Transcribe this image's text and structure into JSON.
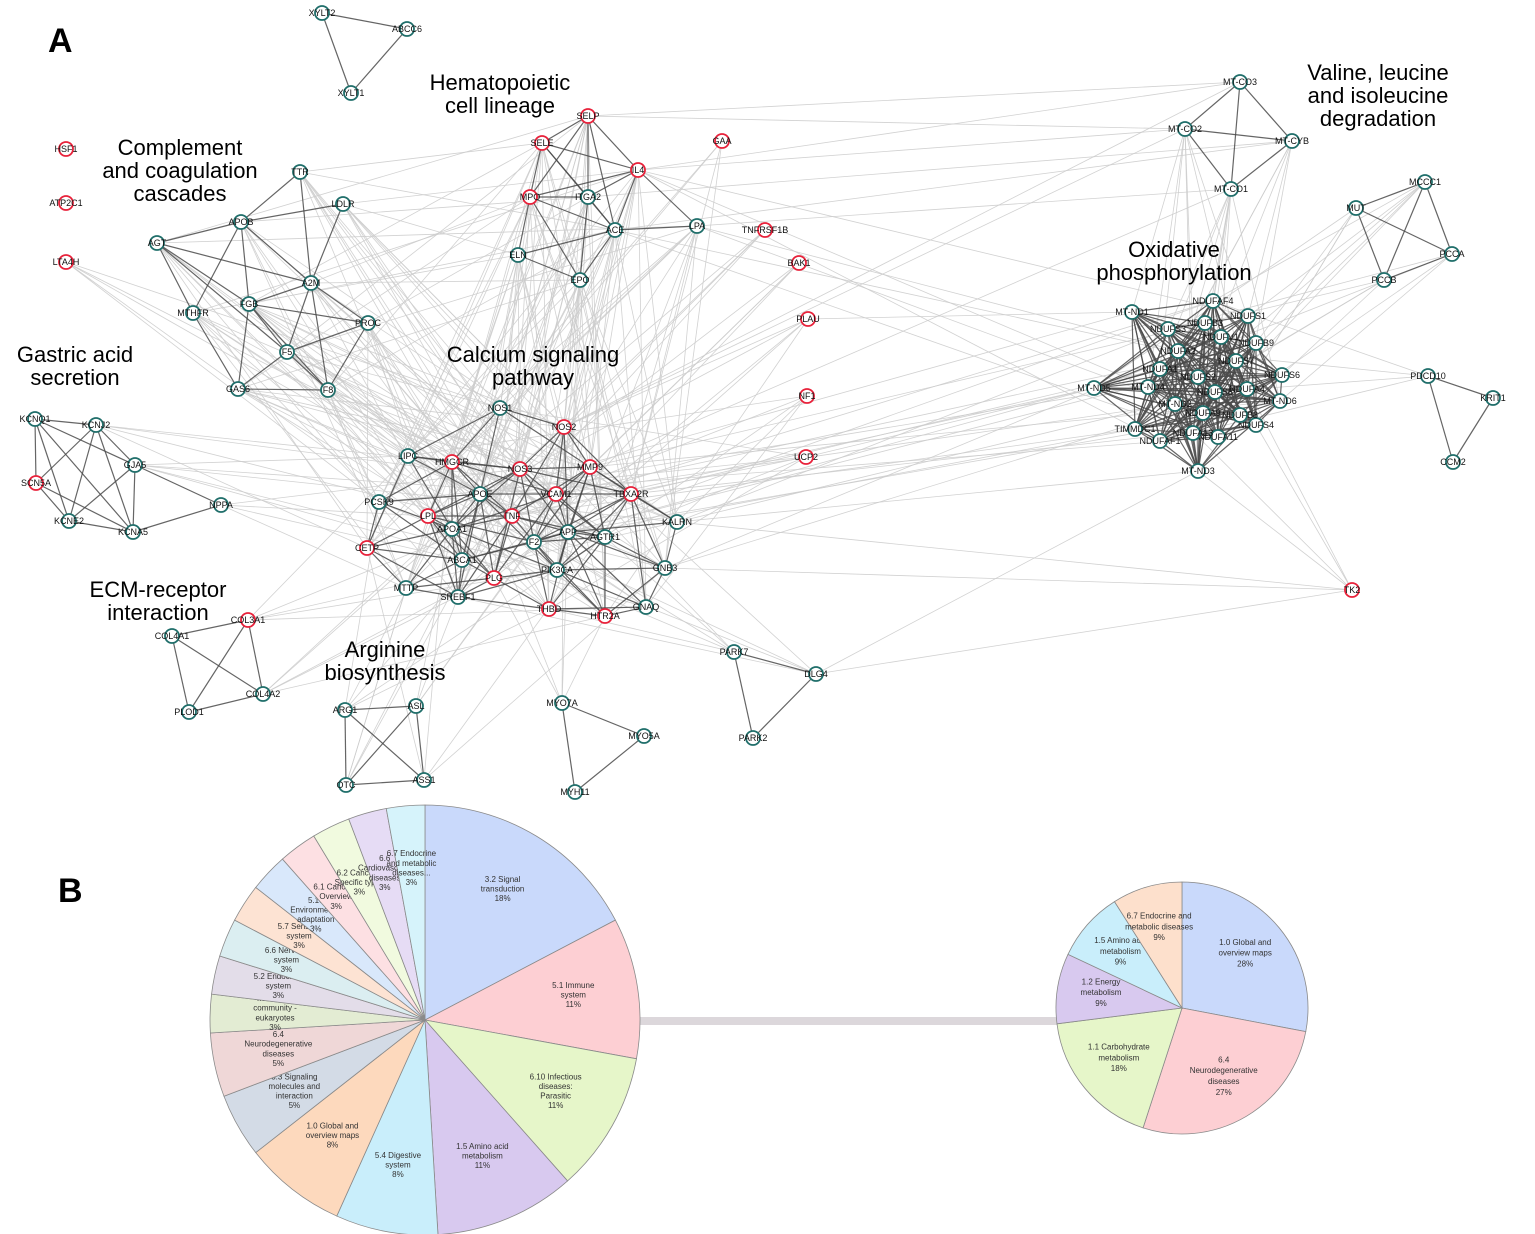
{
  "panels": {
    "a": "A",
    "b": "B"
  },
  "colors": {
    "gene_ring_red": "#e8213a",
    "gene_ring_teal": "#1f6e6a",
    "strong_edge": "#4a4a4a",
    "weak_edge": "#cccccc",
    "connector": "#dcd7db"
  },
  "network": {
    "cluster_labels": [
      [
        "Hematopoietic",
        "cell lineage"
      ],
      [
        "Complement",
        "and coagulation",
        "cascades"
      ],
      [
        "Gastric acid",
        "secretion"
      ],
      [
        "Calcium signaling",
        "pathway"
      ],
      [
        "ECM-receptor",
        "interaction"
      ],
      [
        "Arginine",
        "biosynthesis"
      ],
      [
        "Oxidative",
        "phosphorylation"
      ],
      [
        "Valine, leucine",
        "and isoleucine",
        "degradation"
      ]
    ],
    "genes": [
      {
        "id": "XYLT2",
        "red": false
      },
      {
        "id": "ABCC6",
        "red": false
      },
      {
        "id": "XYLT1",
        "red": false
      },
      {
        "id": "HSF1",
        "red": true
      },
      {
        "id": "ATP2C1",
        "red": true
      },
      {
        "id": "LTA4H",
        "red": true
      },
      {
        "id": "TTR",
        "red": false
      },
      {
        "id": "LDLR",
        "red": false
      },
      {
        "id": "APOB",
        "red": false
      },
      {
        "id": "AGT",
        "red": false
      },
      {
        "id": "A2M",
        "red": false
      },
      {
        "id": "FGB",
        "red": false
      },
      {
        "id": "MTHFR",
        "red": false
      },
      {
        "id": "PROC",
        "red": false
      },
      {
        "id": "F5",
        "red": false
      },
      {
        "id": "GAS6",
        "red": false
      },
      {
        "id": "F8",
        "red": false
      },
      {
        "id": "SELE",
        "red": true
      },
      {
        "id": "SELP",
        "red": true
      },
      {
        "id": "IL4",
        "red": true
      },
      {
        "id": "MPO",
        "red": true
      },
      {
        "id": "ITGA2",
        "red": false
      },
      {
        "id": "ACE",
        "red": false
      },
      {
        "id": "LPA",
        "red": false
      },
      {
        "id": "ELN",
        "red": false
      },
      {
        "id": "EPO",
        "red": false
      },
      {
        "id": "GAA",
        "red": true
      },
      {
        "id": "TNFRSF1B",
        "red": true
      },
      {
        "id": "BAK1",
        "red": true
      },
      {
        "id": "PLAU",
        "red": true
      },
      {
        "id": "NF1",
        "red": true
      },
      {
        "id": "UCP2",
        "red": true
      },
      {
        "id": "KCNQ1",
        "red": false
      },
      {
        "id": "KCNJ2",
        "red": false
      },
      {
        "id": "GJA5",
        "red": false
      },
      {
        "id": "SCN5A",
        "red": true
      },
      {
        "id": "NPPA",
        "red": false
      },
      {
        "id": "KCNE2",
        "red": false
      },
      {
        "id": "KCNA5",
        "red": false
      },
      {
        "id": "NOS1",
        "red": false
      },
      {
        "id": "NOS2",
        "red": true
      },
      {
        "id": "LIPC",
        "red": false
      },
      {
        "id": "HMGCR",
        "red": true
      },
      {
        "id": "NOS3",
        "red": true
      },
      {
        "id": "MMP9",
        "red": true
      },
      {
        "id": "PCSK9",
        "red": false
      },
      {
        "id": "APOE",
        "red": false
      },
      {
        "id": "VCAM1",
        "red": true
      },
      {
        "id": "TBXA2R",
        "red": true
      },
      {
        "id": "LPL",
        "red": true
      },
      {
        "id": "APOA1",
        "red": false
      },
      {
        "id": "TNF",
        "red": true
      },
      {
        "id": "APP",
        "red": false
      },
      {
        "id": "KALRN",
        "red": false
      },
      {
        "id": "CETP",
        "red": true
      },
      {
        "id": "ABCA1",
        "red": false
      },
      {
        "id": "F2",
        "red": false
      },
      {
        "id": "AGTR1",
        "red": false
      },
      {
        "id": "PLG",
        "red": true
      },
      {
        "id": "PIK3CA",
        "red": false
      },
      {
        "id": "GNB3",
        "red": false
      },
      {
        "id": "MTTP",
        "red": false
      },
      {
        "id": "SREBF1",
        "red": false
      },
      {
        "id": "THBD",
        "red": true
      },
      {
        "id": "HTR2A",
        "red": true
      },
      {
        "id": "GNAQ",
        "red": false
      },
      {
        "id": "COL3A1",
        "red": true
      },
      {
        "id": "COL4A1",
        "red": false
      },
      {
        "id": "COL4A2",
        "red": false
      },
      {
        "id": "PLOD1",
        "red": false
      },
      {
        "id": "ARG1",
        "red": false
      },
      {
        "id": "ASL",
        "red": false
      },
      {
        "id": "OTC",
        "red": false
      },
      {
        "id": "ASS1",
        "red": false
      },
      {
        "id": "MYO7A",
        "red": false
      },
      {
        "id": "MYO5A",
        "red": false
      },
      {
        "id": "MYH11",
        "red": false
      },
      {
        "id": "PARK7",
        "red": false
      },
      {
        "id": "DLG4",
        "red": false
      },
      {
        "id": "PARK2",
        "red": false
      },
      {
        "id": "MT-CO3",
        "red": false
      },
      {
        "id": "MT-CO2",
        "red": false
      },
      {
        "id": "MT-CYB",
        "red": false
      },
      {
        "id": "MT-CO1",
        "red": false
      },
      {
        "id": "MCCC1",
        "red": false
      },
      {
        "id": "MUT",
        "red": false
      },
      {
        "id": "PCCA",
        "red": false
      },
      {
        "id": "PCCB",
        "red": false
      },
      {
        "id": "NDUFAF4",
        "red": false
      },
      {
        "id": "MT-ND1",
        "red": false
      },
      {
        "id": "NDUFS1",
        "red": false
      },
      {
        "id": "NDUFS3",
        "red": false
      },
      {
        "id": "NDUFB9",
        "red": false
      },
      {
        "id": "NDUFS6",
        "red": false
      },
      {
        "id": "MT-ND5",
        "red": false
      },
      {
        "id": "NDUFS2",
        "red": false
      },
      {
        "id": "MT-ND6",
        "red": false
      },
      {
        "id": "NDUFS4",
        "red": false
      },
      {
        "id": "TIMMDC1",
        "red": false
      },
      {
        "id": "NDUFA11",
        "red": false
      },
      {
        "id": "MT-ND3",
        "red": false
      },
      {
        "id": "NDUFB3",
        "red": false
      },
      {
        "id": "NDUFV1",
        "red": false
      },
      {
        "id": "NDUFA2",
        "red": false
      },
      {
        "id": "NDUFS7",
        "red": false
      },
      {
        "id": "NDUFA1",
        "red": false
      },
      {
        "id": "MT-ND4",
        "red": false
      },
      {
        "id": "NDUFS8",
        "red": false
      },
      {
        "id": "MT-ND2",
        "red": false
      },
      {
        "id": "NDUFA4",
        "red": false
      },
      {
        "id": "NDUFA9",
        "red": false
      },
      {
        "id": "NDUFB8",
        "red": false
      },
      {
        "id": "NDUFA13",
        "red": false
      },
      {
        "id": "NDUFAF1",
        "red": false
      },
      {
        "id": "PDCD10",
        "red": false
      },
      {
        "id": "KRIT1",
        "red": false
      },
      {
        "id": "CCM2",
        "red": false
      },
      {
        "id": "TK2",
        "red": true
      }
    ]
  },
  "chart_data": [
    {
      "type": "pie",
      "slices": [
        {
          "label": "3.2 Signal transduction",
          "value": 18,
          "pct": "18%",
          "color": "#c9d9fb"
        },
        {
          "label": "5.1 Immune system",
          "value": 11,
          "pct": "11%",
          "color": "#fdcfd3"
        },
        {
          "label": "6.10 Infectious diseases: Parasitic",
          "value": 11,
          "pct": "11%",
          "color": "#e6f6c9"
        },
        {
          "label": "1.5 Amino acid metabolism",
          "value": 11,
          "pct": "11%",
          "color": "#d8c9ef"
        },
        {
          "label": "5.4 Digestive system",
          "value": 8,
          "pct": "8%",
          "color": "#c9eefb"
        },
        {
          "label": "1.0 Global and overview maps",
          "value": 8,
          "pct": "8%",
          "color": "#fdd9bd"
        },
        {
          "label": "3.3 Signaling molecules and interaction",
          "value": 5,
          "pct": "5%",
          "color": "#d3dbe6"
        },
        {
          "label": "6.4 Neurodegenerative diseases",
          "value": 5,
          "pct": "5%",
          "color": "#efd7d7"
        },
        {
          "label": "4.3 Cellular community - eukaryotes",
          "value": 3,
          "pct": "3%",
          "color": "#e3ecd3"
        },
        {
          "label": "5.2 Endocrine system",
          "value": 3,
          "pct": "3%",
          "color": "#e3dde9"
        },
        {
          "label": "6.6 Nervous system",
          "value": 3,
          "pct": "3%",
          "color": "#dbeef1"
        },
        {
          "label": "5.7 Sensory system",
          "value": 3,
          "pct": "3%",
          "color": "#fde3d3"
        },
        {
          "label": "5.10 Environmental adaptation",
          "value": 3,
          "pct": "3%",
          "color": "#d9e8fb"
        },
        {
          "label": "6.1 Cancers: Overview",
          "value": 3,
          "pct": "3%",
          "color": "#fde0e3"
        },
        {
          "label": "6.2 Cancers: Specific types",
          "value": 3,
          "pct": "3%",
          "color": "#f1fadf"
        },
        {
          "label": "6.6 Cardiovascular diseases",
          "value": 3,
          "pct": "3%",
          "color": "#e6dcf5"
        },
        {
          "label": "6.7 Endocrine and metabolic diseases...",
          "value": 3,
          "pct": "3%",
          "color": "#d6f3fb"
        }
      ]
    },
    {
      "type": "pie",
      "slices": [
        {
          "label": "1.0 Global and overview maps",
          "value": 28,
          "pct": "28%",
          "color": "#c9d9fb"
        },
        {
          "label": "6.4 Neurodegenerative diseases",
          "value": 27,
          "pct": "27%",
          "color": "#fdcfd3"
        },
        {
          "label": "1.1 Carbohydrate metabolism",
          "value": 18,
          "pct": "18%",
          "color": "#e6f6c9"
        },
        {
          "label": "1.2 Energy metabolism",
          "value": 9,
          "pct": "9%",
          "color": "#d8c9ef"
        },
        {
          "label": "1.5 Amino acid metabolism",
          "value": 9,
          "pct": "9%",
          "color": "#c9eefb"
        },
        {
          "label": "6.7 Endocrine and metabolic diseases",
          "value": 9,
          "pct": "9%",
          "color": "#fde0cc"
        }
      ]
    }
  ]
}
